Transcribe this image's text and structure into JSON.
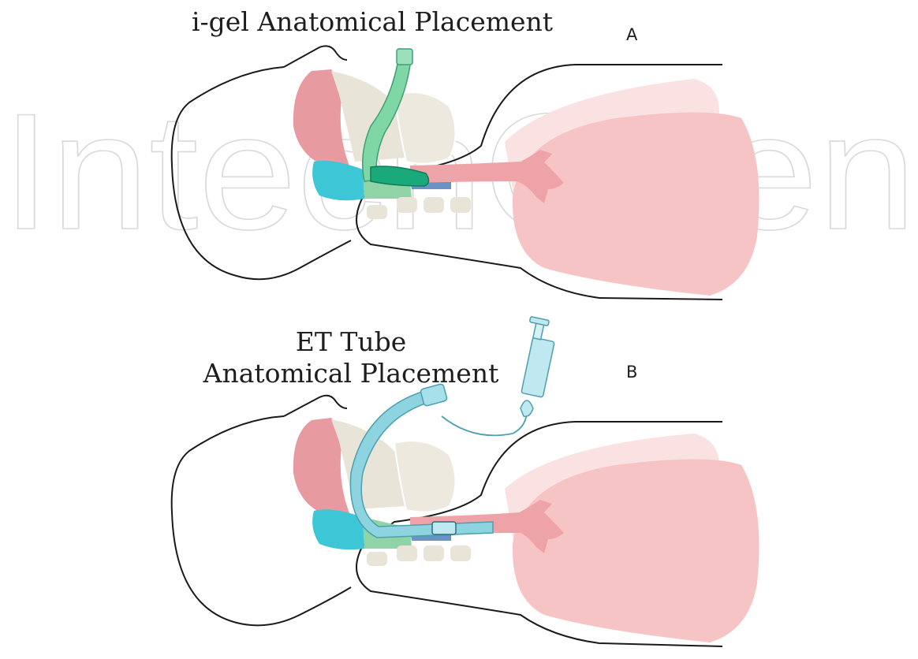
{
  "panel_a": {
    "title": "i-gel Anatomical Placement",
    "letter": "A"
  },
  "panel_b": {
    "title_line1": "ET Tube",
    "title_line2": "Anatomical Placement",
    "letter": "B"
  },
  "watermark": "IntechOpen",
  "colors": {
    "head_outline": "#1a1a1a",
    "tongue": "#e79aa0",
    "bone": "#e9e4d8",
    "pharynx_teal": "#3cc6d6",
    "larynx_green": "#8fd3a6",
    "trachea_blue": "#6a92c2",
    "lungs": "#f7c9c9",
    "igel": "#7fd7a6",
    "igel_cuff": "#19a97a",
    "et_tube": "#8ed4e0"
  }
}
